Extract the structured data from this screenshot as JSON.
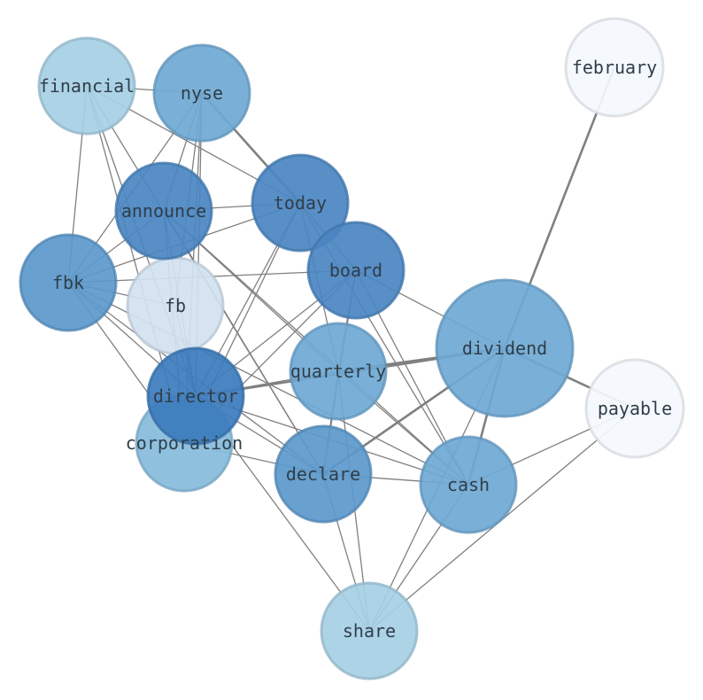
{
  "nodes": [
    {
      "id": "financial",
      "label": "financial",
      "color": "#a6cfe4"
    },
    {
      "id": "nyse",
      "label": "nyse",
      "color": "#6fa9d4"
    },
    {
      "id": "february",
      "label": "february",
      "color": "#f4f9fe"
    },
    {
      "id": "today",
      "label": "today",
      "color": "#4a86c2"
    },
    {
      "id": "announce",
      "label": "announce",
      "color": "#4a86c2"
    },
    {
      "id": "board",
      "label": "board",
      "color": "#4a86c2"
    },
    {
      "id": "fbk",
      "label": "fbk",
      "color": "#5b98cb"
    },
    {
      "id": "fb",
      "label": "fb",
      "color": "#d2e2f1"
    },
    {
      "id": "dividend",
      "label": "dividend",
      "color": "#6fa9d4"
    },
    {
      "id": "quarterly",
      "label": "quarterly",
      "color": "#6fa9d4"
    },
    {
      "id": "payable",
      "label": "payable",
      "color": "#f4f9fe"
    },
    {
      "id": "director",
      "label": "director",
      "color": "#3c7cbd"
    },
    {
      "id": "corporation",
      "label": "corporation",
      "color": "#85bcdc"
    },
    {
      "id": "declare",
      "label": "declare",
      "color": "#5b98cb"
    },
    {
      "id": "cash",
      "label": "cash",
      "color": "#6fa9d4"
    },
    {
      "id": "share",
      "label": "share",
      "color": "#a6cfe4"
    }
  ],
  "edges": [
    [
      "financial",
      "nyse",
      1
    ],
    [
      "financial",
      "today",
      1
    ],
    [
      "financial",
      "fbk",
      1
    ],
    [
      "financial",
      "director",
      1
    ],
    [
      "financial",
      "corporation",
      1
    ],
    [
      "financial",
      "declare",
      1
    ],
    [
      "nyse",
      "today",
      2
    ],
    [
      "nyse",
      "announce",
      1
    ],
    [
      "nyse",
      "fbk",
      1
    ],
    [
      "nyse",
      "fb",
      1
    ],
    [
      "nyse",
      "director",
      1
    ],
    [
      "nyse",
      "corporation",
      1
    ],
    [
      "february",
      "dividend",
      2
    ],
    [
      "today",
      "announce",
      1
    ],
    [
      "today",
      "board",
      1
    ],
    [
      "today",
      "fbk",
      1
    ],
    [
      "today",
      "director",
      1
    ],
    [
      "today",
      "corporation",
      1
    ],
    [
      "today",
      "quarterly",
      1
    ],
    [
      "today",
      "cash",
      1
    ],
    [
      "announce",
      "fbk",
      1
    ],
    [
      "announce",
      "director",
      1
    ],
    [
      "announce",
      "corporation",
      1
    ],
    [
      "announce",
      "quarterly",
      1
    ],
    [
      "announce",
      "declare",
      1
    ],
    [
      "announce",
      "cash",
      1
    ],
    [
      "board",
      "fbk",
      1
    ],
    [
      "board",
      "director",
      1
    ],
    [
      "board",
      "corporation",
      1
    ],
    [
      "board",
      "dividend",
      1
    ],
    [
      "board",
      "quarterly",
      1
    ],
    [
      "board",
      "declare",
      1
    ],
    [
      "board",
      "cash",
      1
    ],
    [
      "fbk",
      "fb",
      1
    ],
    [
      "fbk",
      "director",
      1
    ],
    [
      "fbk",
      "corporation",
      1
    ],
    [
      "fbk",
      "declare",
      1
    ],
    [
      "fbk",
      "cash",
      1
    ],
    [
      "fb",
      "director",
      1
    ],
    [
      "dividend",
      "quarterly",
      2
    ],
    [
      "dividend",
      "payable",
      2
    ],
    [
      "dividend",
      "director",
      2
    ],
    [
      "dividend",
      "declare",
      2
    ],
    [
      "dividend",
      "cash",
      2
    ],
    [
      "dividend",
      "share",
      1
    ],
    [
      "quarterly",
      "director",
      1
    ],
    [
      "quarterly",
      "declare",
      1
    ],
    [
      "quarterly",
      "cash",
      1
    ],
    [
      "quarterly",
      "share",
      1
    ],
    [
      "payable",
      "cash",
      1
    ],
    [
      "payable",
      "share",
      1
    ],
    [
      "director",
      "corporation",
      1
    ],
    [
      "director",
      "declare",
      1
    ],
    [
      "director",
      "cash",
      1
    ],
    [
      "director",
      "share",
      1
    ],
    [
      "corporation",
      "declare",
      1
    ],
    [
      "declare",
      "cash",
      1
    ],
    [
      "declare",
      "share",
      1
    ],
    [
      "cash",
      "share",
      1
    ]
  ]
}
